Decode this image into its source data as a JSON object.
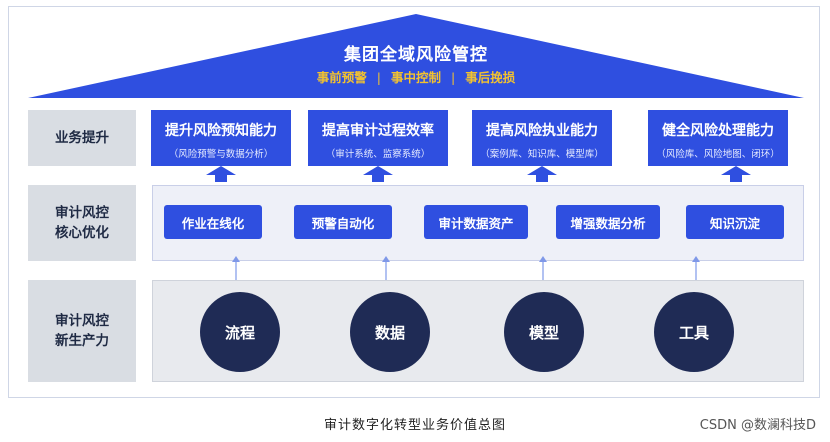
{
  "roof": {
    "title": "集团全域风险管控",
    "subs": [
      "事前预警",
      "事中控制",
      "事后挽损"
    ],
    "separator": "|"
  },
  "rows": [
    {
      "label_lines": [
        "业务提升"
      ]
    },
    {
      "label_lines": [
        "审计风控",
        "核心优化"
      ]
    },
    {
      "label_lines": [
        "审计风控",
        "新生产力"
      ]
    }
  ],
  "capabilities": [
    {
      "title": "提升风险预知能力",
      "sub": "（风险预警与数据分析）"
    },
    {
      "title": "提高审计过程效率",
      "sub": "（审计系统、监察系统）"
    },
    {
      "title": "提高风险执业能力",
      "sub": "（案例库、知识库、模型库）"
    },
    {
      "title": "健全风险处理能力",
      "sub": "（风险库、风险地图、闭环）"
    }
  ],
  "core_items": [
    "作业在线化",
    "预警自动化",
    "审计数据资产",
    "增强数据分析",
    "知识沉淀"
  ],
  "productivity": [
    "流程",
    "数据",
    "模型",
    "工具"
  ],
  "caption": "审计数字化转型业务价值总图",
  "watermark": "CSDN @数澜科技D",
  "colors": {
    "roof_blue": "#2f4fe0",
    "box_blue": "#2f4fe0",
    "circle_navy": "#1f2b55",
    "subtitle_gold": "#f2c230",
    "label_gray": "#d9dde3"
  }
}
